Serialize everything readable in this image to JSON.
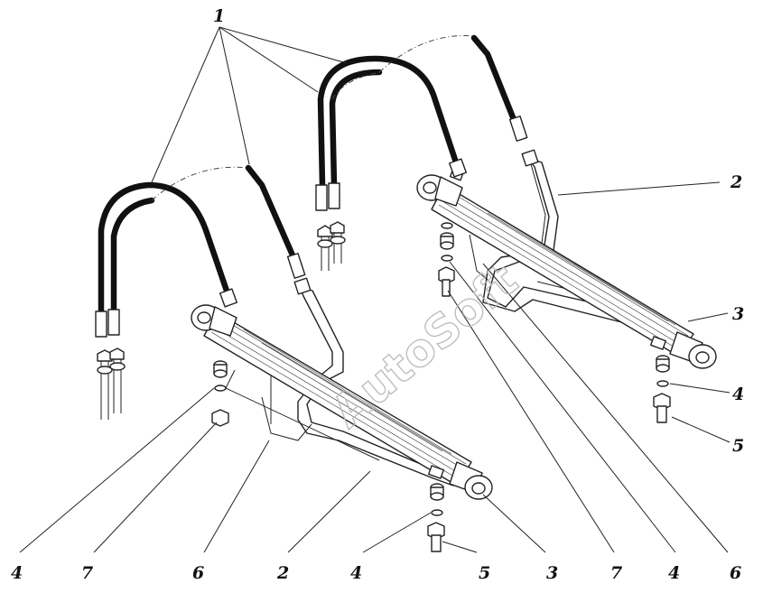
{
  "watermark": "AutoSoft",
  "callouts": {
    "top_1": "1",
    "right_2": "2",
    "right_3": "3",
    "right_4": "4",
    "right_5": "5",
    "bottom_4a": "4",
    "bottom_7a": "7",
    "bottom_6a": "6",
    "bottom_2": "2",
    "bottom_4b": "4",
    "bottom_5": "5",
    "bottom_3": "3",
    "bottom_7b": "7",
    "bottom_4c": "4",
    "bottom_6b": "6"
  },
  "colors": {
    "line": "#222222",
    "hose": "#111111",
    "watermark": "#b8b8b8"
  }
}
